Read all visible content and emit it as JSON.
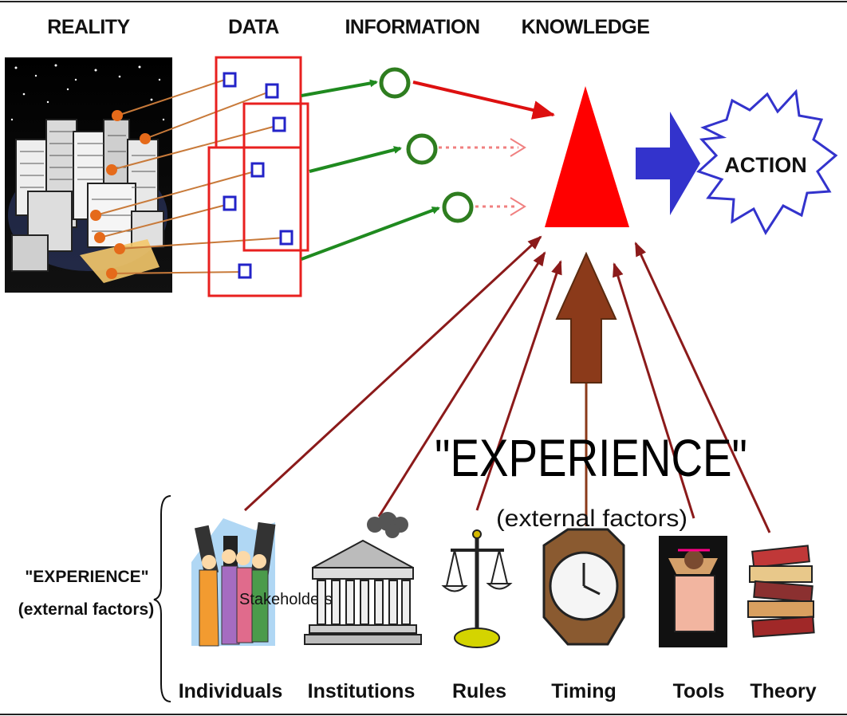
{
  "headers": {
    "reality": "REALITY",
    "data": "DATA",
    "information": "INFORMATION",
    "knowledge": "KNOWLEDGE"
  },
  "action": "ACTION",
  "experience_main": "\"EXPERIENCE\"",
  "experience_sub": "(external factors)",
  "side_label": {
    "line1": "\"EXPERIENCE\"",
    "line2": "(external factors)"
  },
  "stakeholders": "Stakeholders",
  "factors": [
    "Individuals",
    "Institutions",
    "Rules",
    "Timing",
    "Tools",
    "Theory"
  ],
  "colors": {
    "data_box": "#e8201f",
    "data_point": "#2323c8",
    "info_circle": "#2e7d1f",
    "info_arrow": "#1f8a1f",
    "knowledge": "#ff0000",
    "knowledge_arrow": "#dd1010",
    "action_arrow": "#3333cc",
    "experience_arrow": "#8b1a1a",
    "timing_arrow": "#8b3a1a",
    "reality_link": "#c87a3a"
  }
}
